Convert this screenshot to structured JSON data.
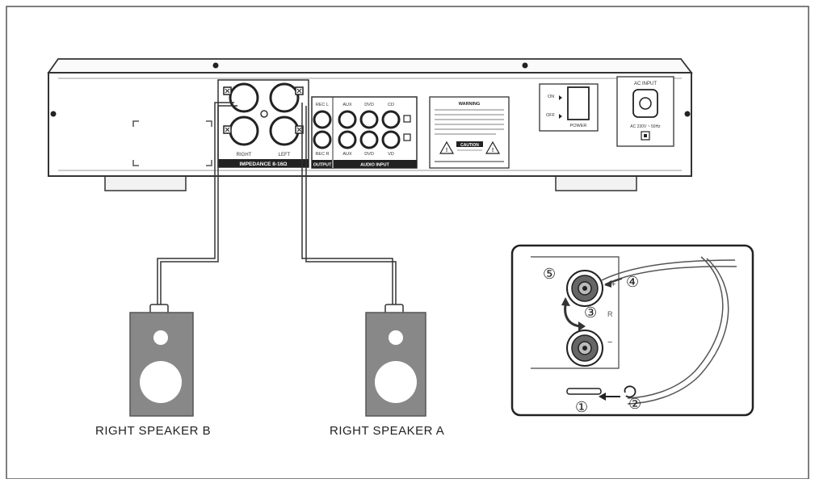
{
  "amplifier": {
    "speaker_terminals": {
      "channel_labels": [
        "RIGHT",
        "LEFT"
      ],
      "impedance_label": "IMPEDANCE 8-16Ω"
    },
    "rec_section": {
      "rec_l": "REC L",
      "rec_r": "REC R",
      "output_label": "OUTPUT"
    },
    "audio_input": {
      "top_labels": [
        "AUX",
        "DVD",
        "CD"
      ],
      "bottom_labels": [
        "AUX",
        "DVD",
        "VD"
      ],
      "label": "AUDIO INPUT"
    },
    "warning": {
      "title": "WARNING",
      "caution": "CAUTION"
    },
    "power": {
      "on": "ON",
      "off": "OFF",
      "label": "POWER"
    },
    "ac_input": {
      "label": "AC INPUT",
      "rating": "AC 230V ~ 50Hz"
    }
  },
  "speakers": {
    "b_label": "RIGHT SPEAKER B",
    "a_label": "RIGHT SPEAKER A"
  },
  "inset": {
    "step_1": "①",
    "step_2": "②",
    "step_3": "③",
    "step_4": "④",
    "step_5": "⑤",
    "plus_mark": "+",
    "minus_mark": "−",
    "side_mark": "R"
  }
}
